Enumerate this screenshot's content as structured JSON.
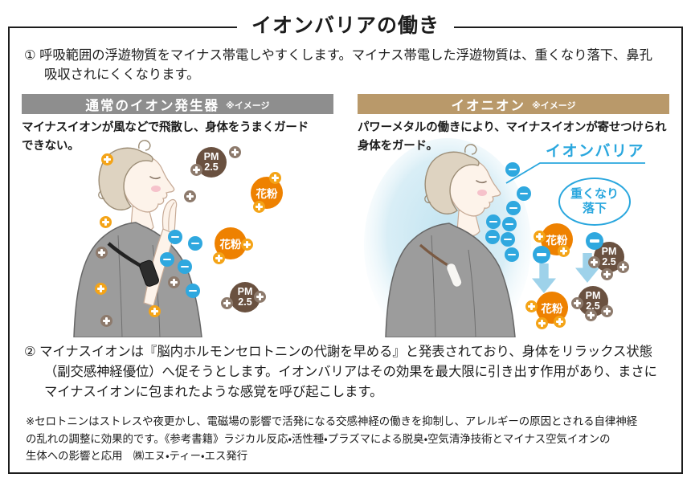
{
  "title": "イオンバリアの働き",
  "intro": {
    "text": "① 呼吸範囲の浮遊物質をマイナス帯電しやすくします。マイナス帯電した浮遊物質は、重くなり落下、鼻孔\n吸収されにくくなります。"
  },
  "panels": {
    "left": {
      "header": "通常のイオン発生器",
      "header_note": "※イメージ",
      "description": "マイナスイオンが風などで飛散し、身体をうまくガード\nできない。"
    },
    "right": {
      "header": "イオニオン",
      "header_note": "※イメージ",
      "description": "パワーメタルの働きにより、マイナスイオンが寄せつけられ\n身体をガード。",
      "callout": "イオンバリア",
      "bubble": {
        "line1": "重くなり",
        "line2": "落下"
      }
    }
  },
  "particles": {
    "pollen_label": "花粉",
    "pm_line1": "PM",
    "pm_line2": "2.5"
  },
  "body2": {
    "text": "② マイナスイオンは『脳内ホルモンセロトニンの代謝を早める』と発表されており、身体をリラックス状態\n（副交感神経優位）へ促そうとします。イオンバリアはその効果を最大限に引き出す作用があり、まさに\nマイナスイオンに包まれたような感覚を呼び起こします。"
  },
  "footnote": {
    "text": "※セロトニンはストレスや夜更かし、電磁場の影響で活発になる交感神経の働きを抑制し、アレルギーの原因とされる自律神経\nの乱れの調整に効果的です。《参考書籍》ラジカル反応・活性種・プラズマによる脱臭・空気清浄技術とマイナス空気イオンの\n生体への影響と応用　㈱エヌ・ティー・エス発行"
  },
  "icons": {
    "plus-icon": "plus-cross-on-circle",
    "minus-icon": "minus-bar-on-circle",
    "arrow-down-icon": "thick-down-arrow"
  },
  "colors": {
    "accent_blue": "#2aa7de",
    "ion_blue": "#2fa8df",
    "pollen_orange": "#ee8100",
    "badge_orange": "#f4a418",
    "pm_brown": "#6a5140",
    "badge_brown": "#8d7a6c",
    "bar_gray": "#8e8e8e",
    "bar_tan": "#b9996a",
    "arrow_blue": "#9ed2ea",
    "border_black": "#1c1c1c"
  }
}
